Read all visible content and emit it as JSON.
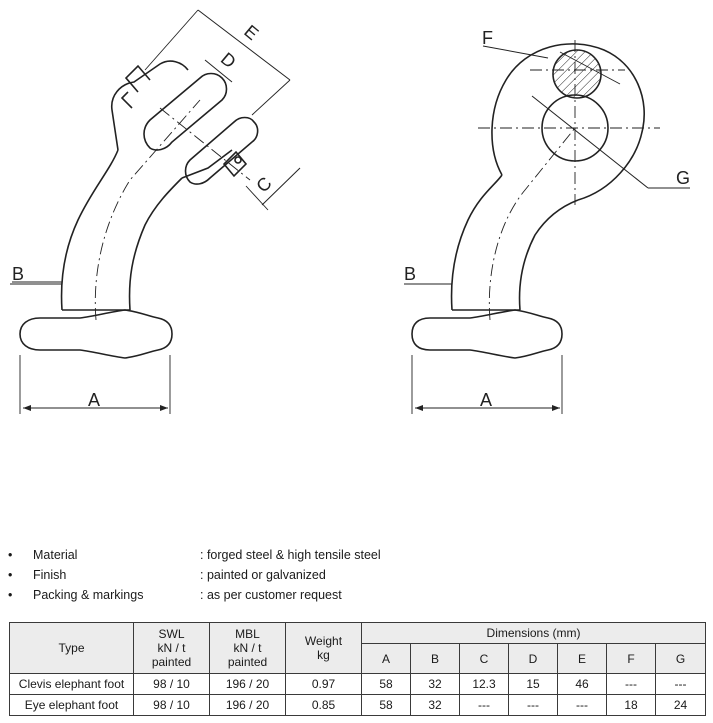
{
  "drawing_labels": {
    "left": {
      "A": "A",
      "B": "B",
      "C": "C",
      "D": "D",
      "E": "E"
    },
    "right": {
      "A": "A",
      "B": "B",
      "F": "F",
      "G": "G"
    }
  },
  "specs": [
    {
      "label": "Material",
      "value": ": forged steel & high tensile steel"
    },
    {
      "label": "Finish",
      "value": ": painted or galvanized"
    },
    {
      "label": "Packing & markings",
      "value": ": as per customer request"
    }
  ],
  "table": {
    "headers": {
      "type": "Type",
      "swl": [
        "SWL",
        "kN / t",
        "painted"
      ],
      "mbl": [
        "MBL",
        "kN / t",
        "painted"
      ],
      "weight": [
        "Weight",
        "kg"
      ],
      "dimensions": "Dimensions (mm)",
      "dim_cols": [
        "A",
        "B",
        "C",
        "D",
        "E",
        "F",
        "G"
      ]
    },
    "rows": [
      {
        "type": "Clevis elephant foot",
        "swl": "98 / 10",
        "mbl": "196 / 20",
        "weight": "0.97",
        "dims": [
          "58",
          "32",
          "12.3",
          "15",
          "46",
          "---",
          "---"
        ]
      },
      {
        "type": "Eye elephant foot",
        "swl": "98 / 10",
        "mbl": "196 / 20",
        "weight": "0.85",
        "dims": [
          "58",
          "32",
          "---",
          "---",
          "---",
          "18",
          "24"
        ]
      }
    ]
  }
}
